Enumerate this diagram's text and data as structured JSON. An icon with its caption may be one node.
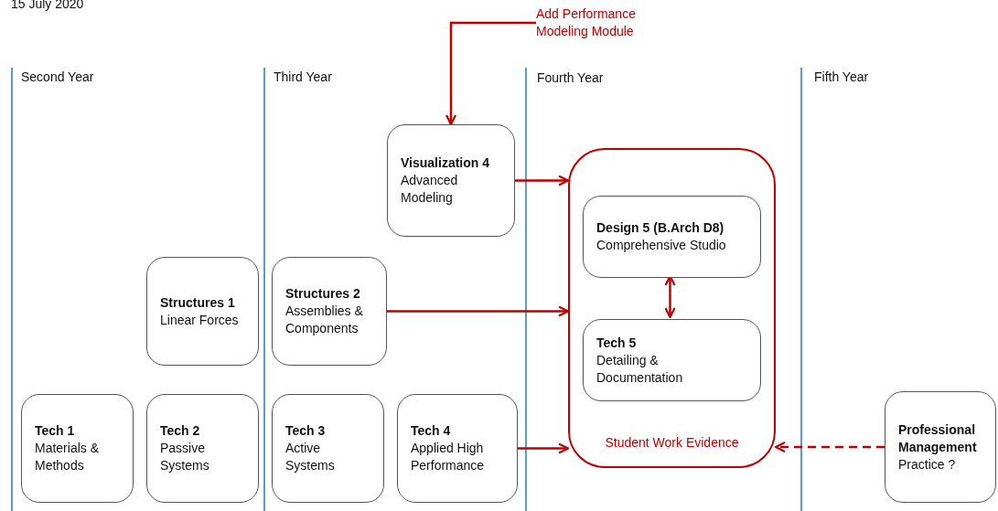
{
  "diagram": {
    "nodes": [
      {
        "text": [
          "Add Performance Modeling Module"
        ]
      },
      {
        "text": [
          "Visualization 4",
          "Advanced Modeling"
        ]
      },
      {
        "text": [
          "Structures 1",
          "Linear Forces"
        ]
      },
      {
        "text": [
          "Structures 2",
          "Assemblies & Components"
        ]
      },
      {
        "text": [
          "Student Work Evidence"
        ]
      },
      {
        "text": [
          "Design 5 (B.Arch D8)",
          "Comprehensive Studio"
        ],
        "in": 4
      },
      {
        "text": [
          "Tech 5",
          "Detailing & Documentation"
        ],
        "in": 4
      },
      {
        "text": [
          "Tech 1",
          "Materials & Methods"
        ]
      },
      {
        "text": [
          "Tech 2",
          "Passive Systems"
        ]
      },
      {
        "text": [
          "Tech 3",
          "Active Systems"
        ]
      },
      {
        "text": [
          "Tech 4",
          "Applied High Performance"
        ]
      },
      {
        "text": [
          "Professional Management",
          "Practice ?"
        ]
      }
    ],
    "edges": [
      {
        "from": 0,
        "to": 1,
        "arrow": "to"
      },
      {
        "from": 1,
        "to": 4,
        "arrow": "to"
      },
      {
        "from": 3,
        "to": 4,
        "arrow": "to"
      },
      {
        "from": 5,
        "to": 6,
        "arrow": "both"
      },
      {
        "from": 10,
        "to": 4,
        "arrow": "to"
      },
      {
        "from": 11,
        "to": 4,
        "arrow": "to",
        "style": "dashed"
      }
    ],
    "labels": [
      "15 July 2020",
      "Second Year",
      "Third Year",
      "Fourth Year",
      "Fifth Year"
    ]
  }
}
